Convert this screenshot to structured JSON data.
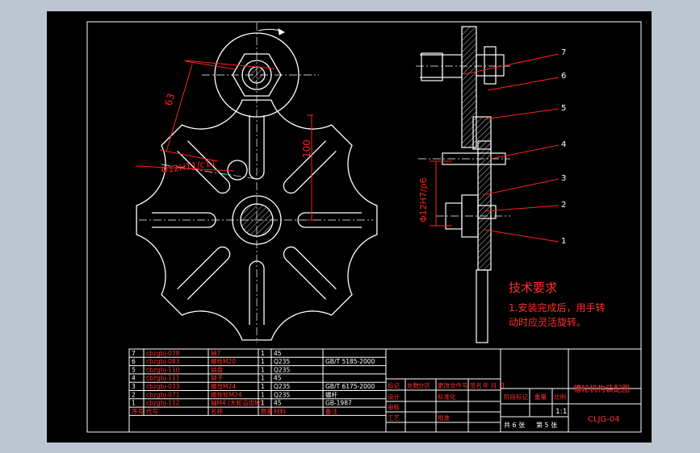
{
  "drawing": {
    "title": "槽轮机构装配图",
    "code": "CLJG-04",
    "scale": "1:1",
    "sheet_total": "共 6 张",
    "sheet_no": "第 5 张",
    "labels": {
      "mark": "标记",
      "count": "处数",
      "zone": "分区",
      "change_doc": "更改文件号",
      "signature": "签名",
      "date": "年 月 日",
      "design": "设计",
      "standardize": "标准化",
      "review": "审核",
      "process": "工艺",
      "approve": "批准",
      "stage_mark": "阶段标记",
      "weight": "重量",
      "ratio": "比例"
    }
  },
  "dimensions": {
    "d63": "63",
    "d100": "100",
    "fit_upper": "Φ12H11/c11",
    "fit_lower": "Φ12H7/p6"
  },
  "tech_requirements": {
    "title": "技术要求",
    "line1": "1.安装完成后，用手转",
    "line2": "动时应灵活旋转。"
  },
  "balloons": [
    "7",
    "6",
    "5",
    "4",
    "3",
    "2",
    "1"
  ],
  "bom": {
    "header": {
      "no": "序号",
      "code": "代号",
      "name": "名称",
      "qty": "数量",
      "material": "材料",
      "note": "备注"
    },
    "rows": [
      {
        "no": "7",
        "code": "cbzgbj-078",
        "name": "销7",
        "qty": "1",
        "material": "45",
        "note": ""
      },
      {
        "no": "6",
        "code": "cbzgbj-083",
        "name": "螺栓M20",
        "qty": "1",
        "material": "Q235",
        "note": "GB/T 5185-2000"
      },
      {
        "no": "5",
        "code": "cbzgbj-110",
        "name": "销盘",
        "qty": "1",
        "material": "Q235",
        "note": ""
      },
      {
        "no": "4",
        "code": "cbzgbj-111",
        "name": "销子",
        "qty": "1",
        "material": "45",
        "note": ""
      },
      {
        "no": "3",
        "code": "cbzgbj-033",
        "name": "螺母M24",
        "qty": "1",
        "material": "Q235",
        "note": "GB/T 6175-2000"
      },
      {
        "no": "2",
        "code": "cbzgbj-071",
        "name": "螺栓轮M24",
        "qty": "1",
        "material": "Q235",
        "note": "螺杆"
      },
      {
        "no": "1",
        "code": "cbzgbj-112",
        "name": "轴M4 (大轮沿齿轮)",
        "qty": "1",
        "material": "45",
        "note": "GB-1987"
      }
    ]
  },
  "colors": {
    "outline": "#ffffff",
    "dimension": "#ff2020",
    "hatch": "#c0c0c0",
    "text_red": "#ff3030"
  }
}
